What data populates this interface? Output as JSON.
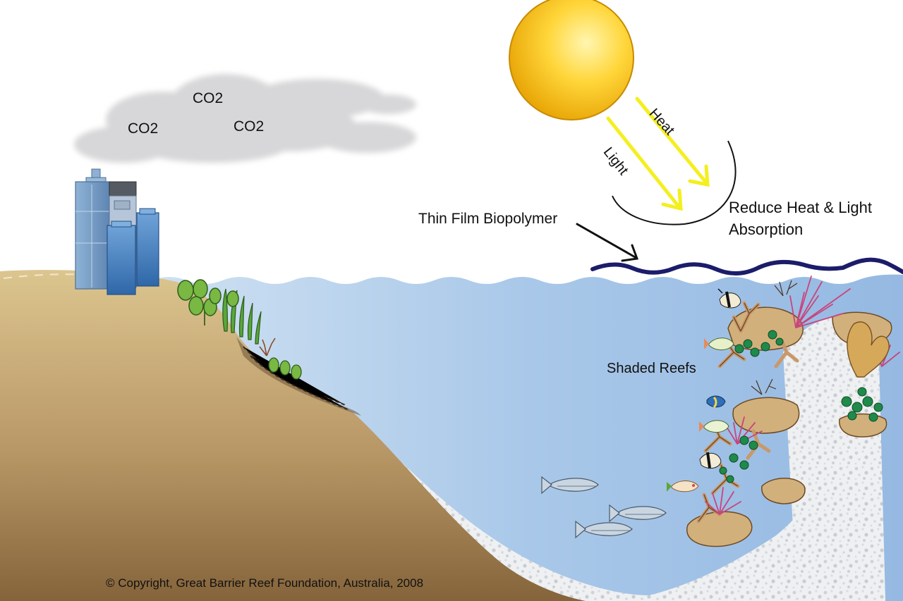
{
  "emissions": {
    "labels": [
      "CO2",
      "CO2",
      "CO2"
    ]
  },
  "sun": {
    "heat_label": "Heat",
    "light_label": "Light"
  },
  "annotations": {
    "film_label": "Thin Film Biopolymer",
    "reduce_line1": "Reduce Heat & Light",
    "reduce_line2": "Absorption",
    "reef_label": "Shaded Reefs"
  },
  "footer": {
    "copyright": "© Copyright, Great Barrier Reef Foundation, Australia, 2008"
  },
  "colors": {
    "sky": "#ffffff",
    "ocean_light": "#c8dcef",
    "ocean_deep": "#9cbfe4",
    "land_top": "#d8c08a",
    "land_bottom": "#8a6a3f",
    "sun_core": "#ffe066",
    "sun_edge": "#e8a400",
    "ray": "#f4ef1e",
    "film": "#1a1a6e",
    "coral_pink": "#c8457e",
    "coral_tan": "#c49a62"
  }
}
